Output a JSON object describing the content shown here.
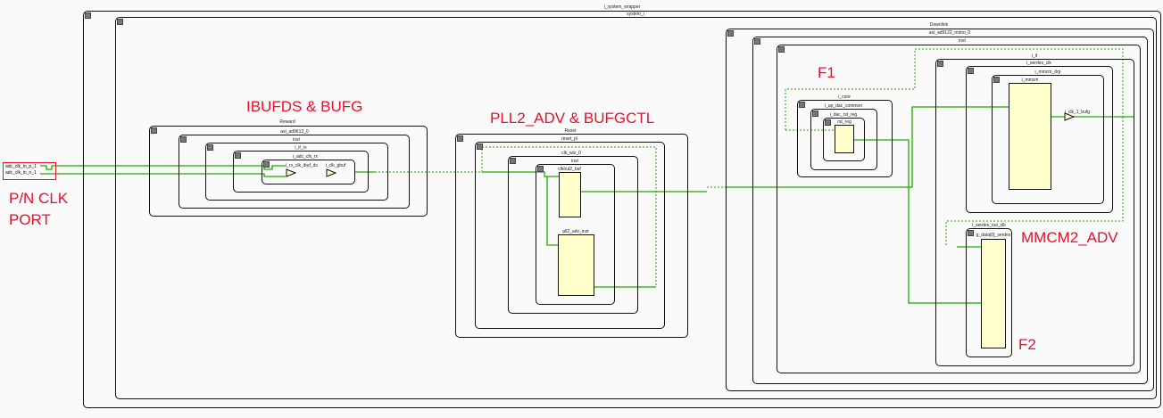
{
  "hier": {
    "wrapper": "i_system_wrapper",
    "system": "system_i",
    "reward": "Reward",
    "adc": "axi_ad9613_0",
    "adc_inst": "inst",
    "if_rx": "i_if_rx",
    "adc_clk_rx": "i_adc_clk_rx",
    "ibuf": "i_rx_clk_ibuf_ds",
    "gbuf": "i_clk_gbuf",
    "reset": "Reset",
    "reset_pl": "reset_pl",
    "clk_wiz": "clk_wiz_0",
    "clk_inst": "inst",
    "clkout2": "clkout2_buf",
    "pll": "pll2_adv_inst",
    "downlink": "Downlink",
    "dac": "axi_ad9122_mimo_0",
    "dac_inst": "inst",
    "core": "i_core",
    "up_dac": "i_up_dac_common",
    "dac_rst": "i_dac_rst_reg",
    "rst_reg": "rst_reg",
    "if": "i_if",
    "serdes_clk": "i_serdes_clk",
    "mmcm_drp": "i_mmcm_drp",
    "mmcm": "i_mmcm",
    "bufg": "i_clk_1_bufg",
    "serdes_out": "i_serdes_out_clk",
    "serdes_data": "g_data[0]_serdes"
  },
  "ports": [
    "adc_clk_in_p_1",
    "adc_clk_in_n_1"
  ],
  "annotations": {
    "port": "P/N CLK",
    "port2": "PORT",
    "ibufds": "IBUFDS & BUFG",
    "pll": "PLL2_ADV & BUFGCTL",
    "f1": "F1",
    "mmcm": "MMCM2_ADV",
    "f2": "F2"
  }
}
